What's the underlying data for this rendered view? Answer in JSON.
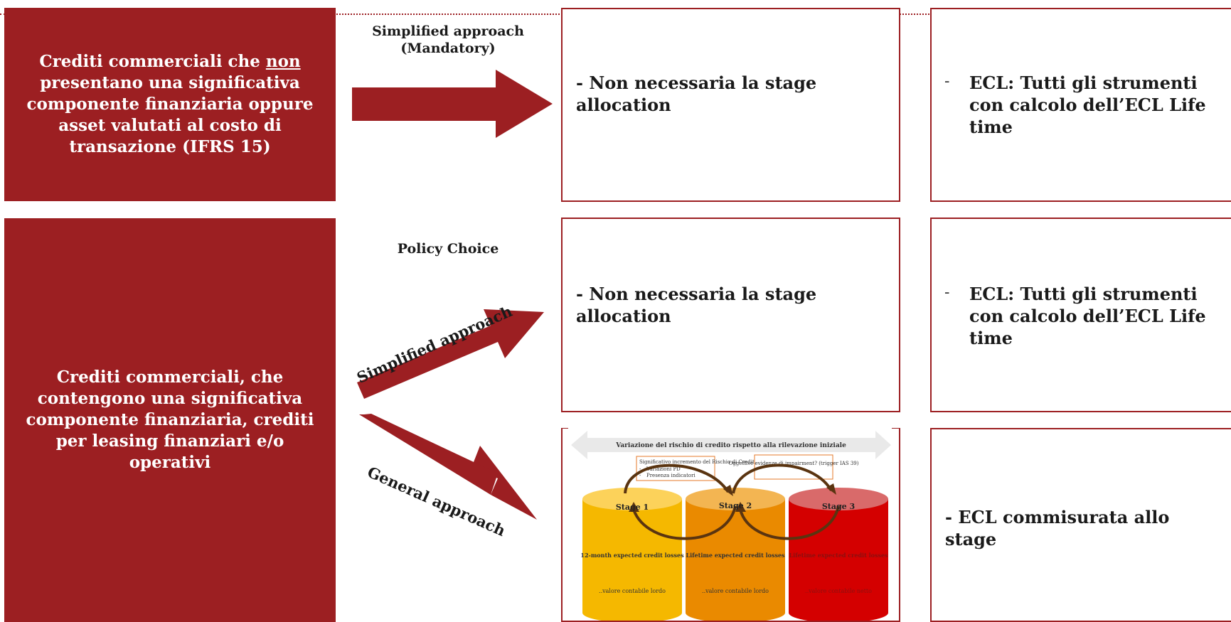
{
  "left_boxes": {
    "top": {
      "line1_pre": "Crediti commerciali che ",
      "line1_underlined": "non",
      "rest": "presentano una significativa componente finanziaria oppure asset valutati al costo di transazione (IFRS 15)"
    },
    "bottom": "Crediti commerciali, che contengono una significativa componente finanziaria, crediti per leasing finanziari e/o operativi"
  },
  "labels": {
    "simplified_mandatory": "Simplified approach (Mandatory)",
    "policy_choice": "Policy Choice",
    "simplified_approach": "Simplified approach",
    "general_approach": "General approach"
  },
  "middle_boxes": {
    "row1": "- Non necessaria la stage allocation",
    "row2": "- Non necessaria la stage allocation"
  },
  "right_boxes": {
    "row1": {
      "bullet": "-",
      "text": "ECL: Tutti gli strumenti con calcolo dell’ECL Life time"
    },
    "row2": {
      "bullet": "-",
      "text": "ECL: Tutti gli strumenti con calcolo dell’ECL Life time"
    },
    "row3": "- ECL commisurata allo stage"
  },
  "stage_diagram": {
    "header": "Variazione del rischio di credito rispetto alla rilevazione iniziale",
    "box1_title": "Significativo incremento del Rischio di Credito?",
    "box1_items": [
      "Variazioni PD",
      "Presenza indicatori"
    ],
    "box1_bullets": [
      "-",
      "-"
    ],
    "box2_text": "Oggettive evidenze di impairment? (trigger IAS 39)",
    "stages": [
      {
        "name": "Stage 1",
        "loss": "12-month expected credit losses",
        "base": "..valore contabile lordo",
        "color": "#f5b800"
      },
      {
        "name": "Stage 2",
        "loss": "Lifetime expected credit losses",
        "base": "..valore contabile lordo",
        "color": "#ea8a00"
      },
      {
        "name": "Stage 3",
        "loss": "Lifetime expected credit losses",
        "base": "..valore contabile netto",
        "color": "#d40000"
      }
    ]
  },
  "colors": {
    "brand_red": "#9c1f22"
  }
}
